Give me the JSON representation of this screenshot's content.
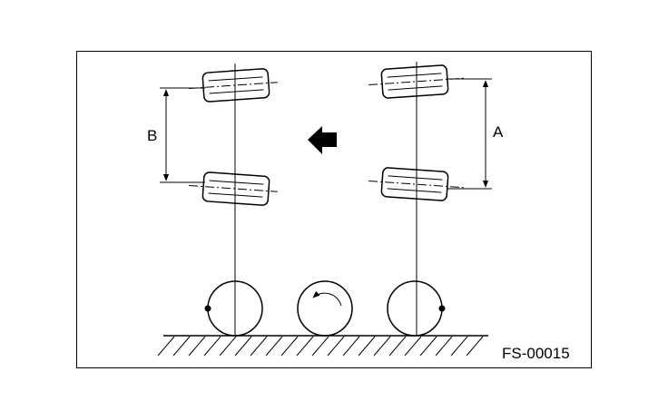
{
  "labels": {
    "b": "B",
    "a": "A",
    "figure_code": "FS-00015"
  },
  "colors": {
    "line": "#000000",
    "background": "#ffffff"
  },
  "icons": {
    "direction": "arrow-left-icon",
    "rotation": "rotation-arrow-icon"
  }
}
